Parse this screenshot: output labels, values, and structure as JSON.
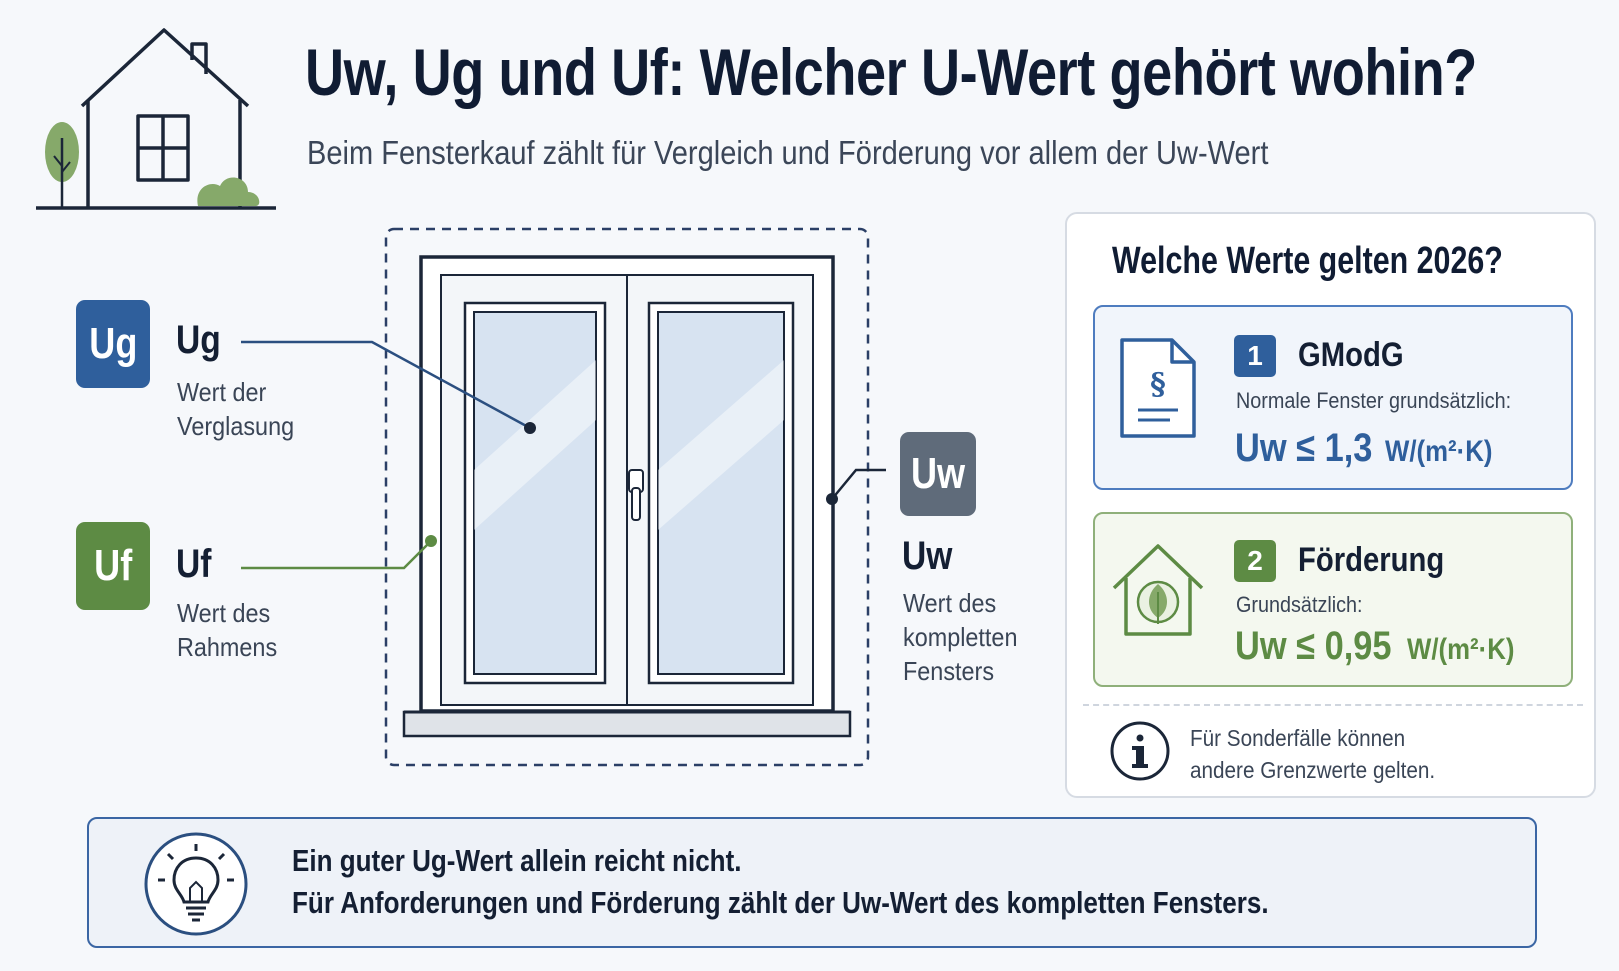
{
  "header": {
    "title": "Uw, Ug und Uf: Welcher U-Wert gehört wohin?",
    "subtitle": "Beim Fensterkauf zählt für Vergleich und Förderung vor allem der Uw-Wert"
  },
  "labels": {
    "ug": {
      "badge": "Ug",
      "name": "Ug",
      "desc_line1": "Wert der",
      "desc_line2": "Verglasung"
    },
    "uf": {
      "badge": "Uf",
      "name": "Uf",
      "desc_line1": "Wert des",
      "desc_line2": "Rahmens"
    },
    "uw": {
      "badge": "Uw",
      "name": "Uw",
      "desc_line1": "Wert des",
      "desc_line2": "kompletten",
      "desc_line3": "Fensters"
    }
  },
  "panel": {
    "title": "Welche Werte gelten 2026?",
    "cards": [
      {
        "number": "1",
        "title": "GModG",
        "text": "Normale Fenster grundsätzlich:",
        "value": "Uw ≤ 1,3",
        "unit": "W/(m²·K)",
        "icon": "document-paragraph-icon"
      },
      {
        "number": "2",
        "title": "Förderung",
        "text": "Grundsätzlich:",
        "value": "Uw ≤ 0,95",
        "unit": "W/(m²·K)",
        "icon": "eco-house-icon"
      }
    ],
    "note_line1": "Für Sonderfälle können",
    "note_line2": "andere Grenzwerte gelten.",
    "note_icon": "info-icon"
  },
  "bottom": {
    "line1": "Ein guter Ug-Wert allein reicht nicht.",
    "line2": "Für Anforderungen und Förderung zählt der Uw-Wert des kompletten Fensters.",
    "icon": "lightbulb-icon"
  },
  "colors": {
    "ug": "#2f5f9c",
    "uf": "#5d8b44",
    "uw": "#5f6b7a",
    "navy": "#101c33",
    "leaf": "#8fb07a"
  }
}
